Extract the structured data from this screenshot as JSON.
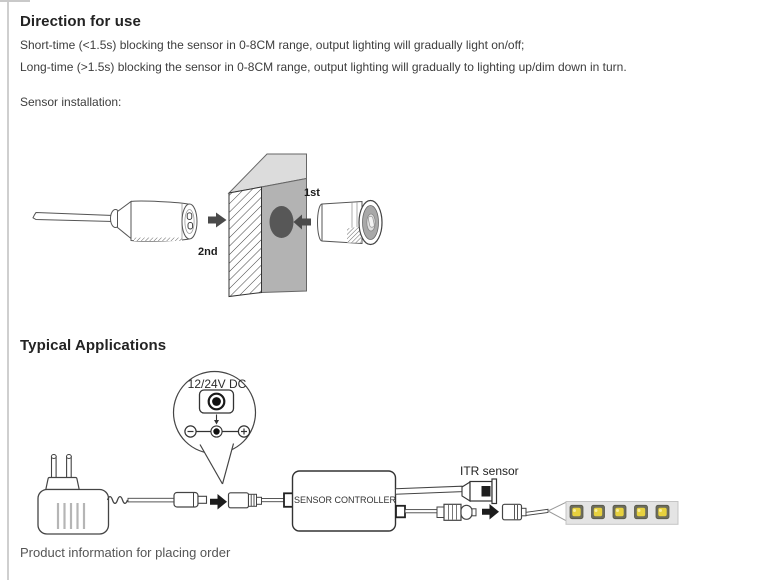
{
  "texts": {
    "direction_heading": "Direction for use",
    "direction_line1": "Short-time (<1.5s) blocking the sensor in 0-8CM range, output lighting will gradually light on/off;",
    "direction_line2": "Long-time (>1.5s) blocking the sensor in 0-8CM range, output lighting will gradually to lighting up/dim down in turn.",
    "sensor_installation_label": "Sensor installation:",
    "typical_applications_heading": "Typical Applications",
    "product_info_label": "Product information for placing order"
  },
  "installation_diagram": {
    "first_step_label": "1st",
    "second_step_label": "2nd"
  },
  "wiring_diagram": {
    "power_spec_label": "12/24V DC",
    "controller_label": "SENSOR CONTROLLER",
    "itr_sensor_label": "ITR sensor",
    "led_count": 5
  },
  "colors": {
    "wall_front": "#b3b3b3",
    "wall_top": "#dcdcdc",
    "wall_hole": "#575757",
    "arrow_black": "#1c1c1c",
    "arrow_gray": "#4a4a4a",
    "led_chip": "#6d6d5c",
    "led_yellow": "#e7d13e",
    "strip_background": "#e4e4e4",
    "page_border": "#cfcfcf"
  }
}
